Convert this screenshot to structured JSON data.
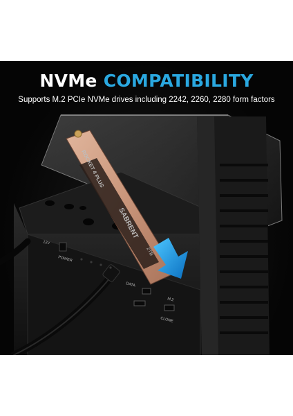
{
  "banner": {
    "title_part1": "NVMe",
    "title_part2": "COMPATIBILITY",
    "subtitle": "Supports M.2 PCIe NVMe drives including 2242, 2260, 2280 form factors"
  },
  "ssd": {
    "model": "ROCKET 4 PLUS",
    "brand": "SABRENT",
    "capacity": "2TB"
  },
  "dock": {
    "label_power": "POWER",
    "label_12v": "12V",
    "label_data": "DATA",
    "label_clone": "CLONE",
    "label_m2": "M.2"
  },
  "colors": {
    "accent": "#2aa8e0",
    "background": "#000000",
    "ssd_copper": "#c9957a"
  }
}
